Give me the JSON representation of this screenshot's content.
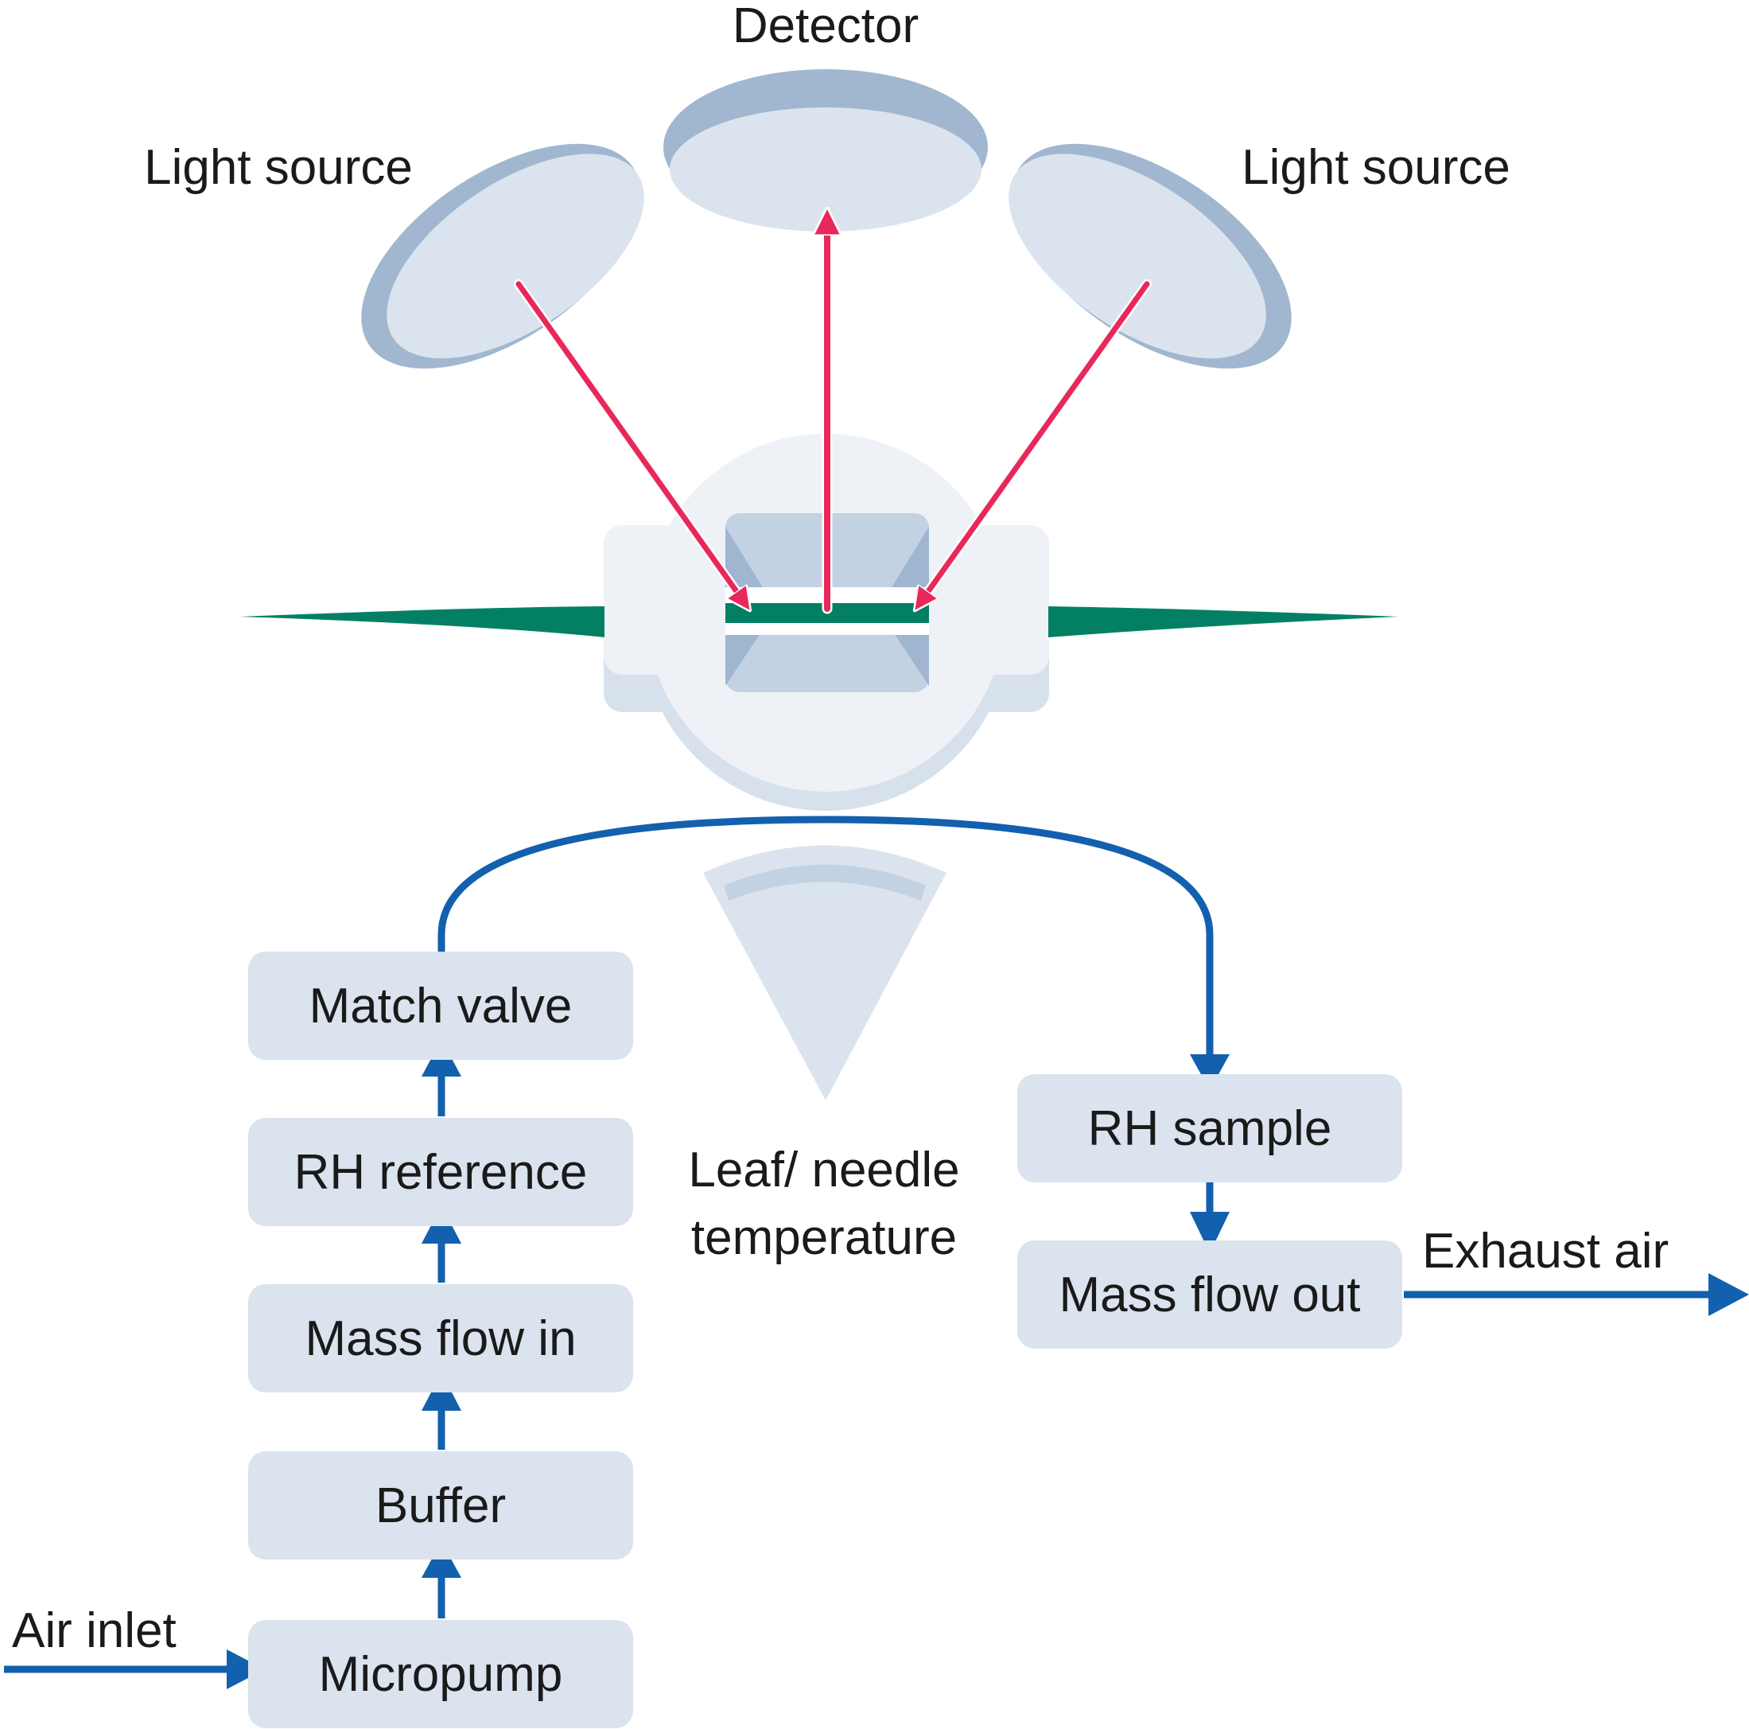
{
  "labels": {
    "detector": "Detector",
    "light_source_left": "Light source",
    "light_source_right": "Light source",
    "leaf_temp_line1": "Leaf/ needle",
    "leaf_temp_line2": "temperature",
    "air_inlet": "Air inlet",
    "exhaust_air": "Exhaust air"
  },
  "boxes": {
    "match_valve": "Match valve",
    "rh_reference": "RH reference",
    "mass_flow_in": "Mass flow in",
    "buffer": "Buffer",
    "micropump": "Micropump",
    "rh_sample": "RH sample",
    "mass_flow_out": "Mass flow out"
  },
  "colors": {
    "box_fill": "#dae3ee",
    "lens_light": "#dbe4ee",
    "lens_dark": "#a1b7d0",
    "light_ray": "#e8285a",
    "air_flow": "#1260ae",
    "leaf": "#038064",
    "chamber_light": "#eef2f7",
    "chamber_mid": "#d7e1ec",
    "window": "#c2d2e3",
    "window_dark": "#9fb5d0"
  }
}
